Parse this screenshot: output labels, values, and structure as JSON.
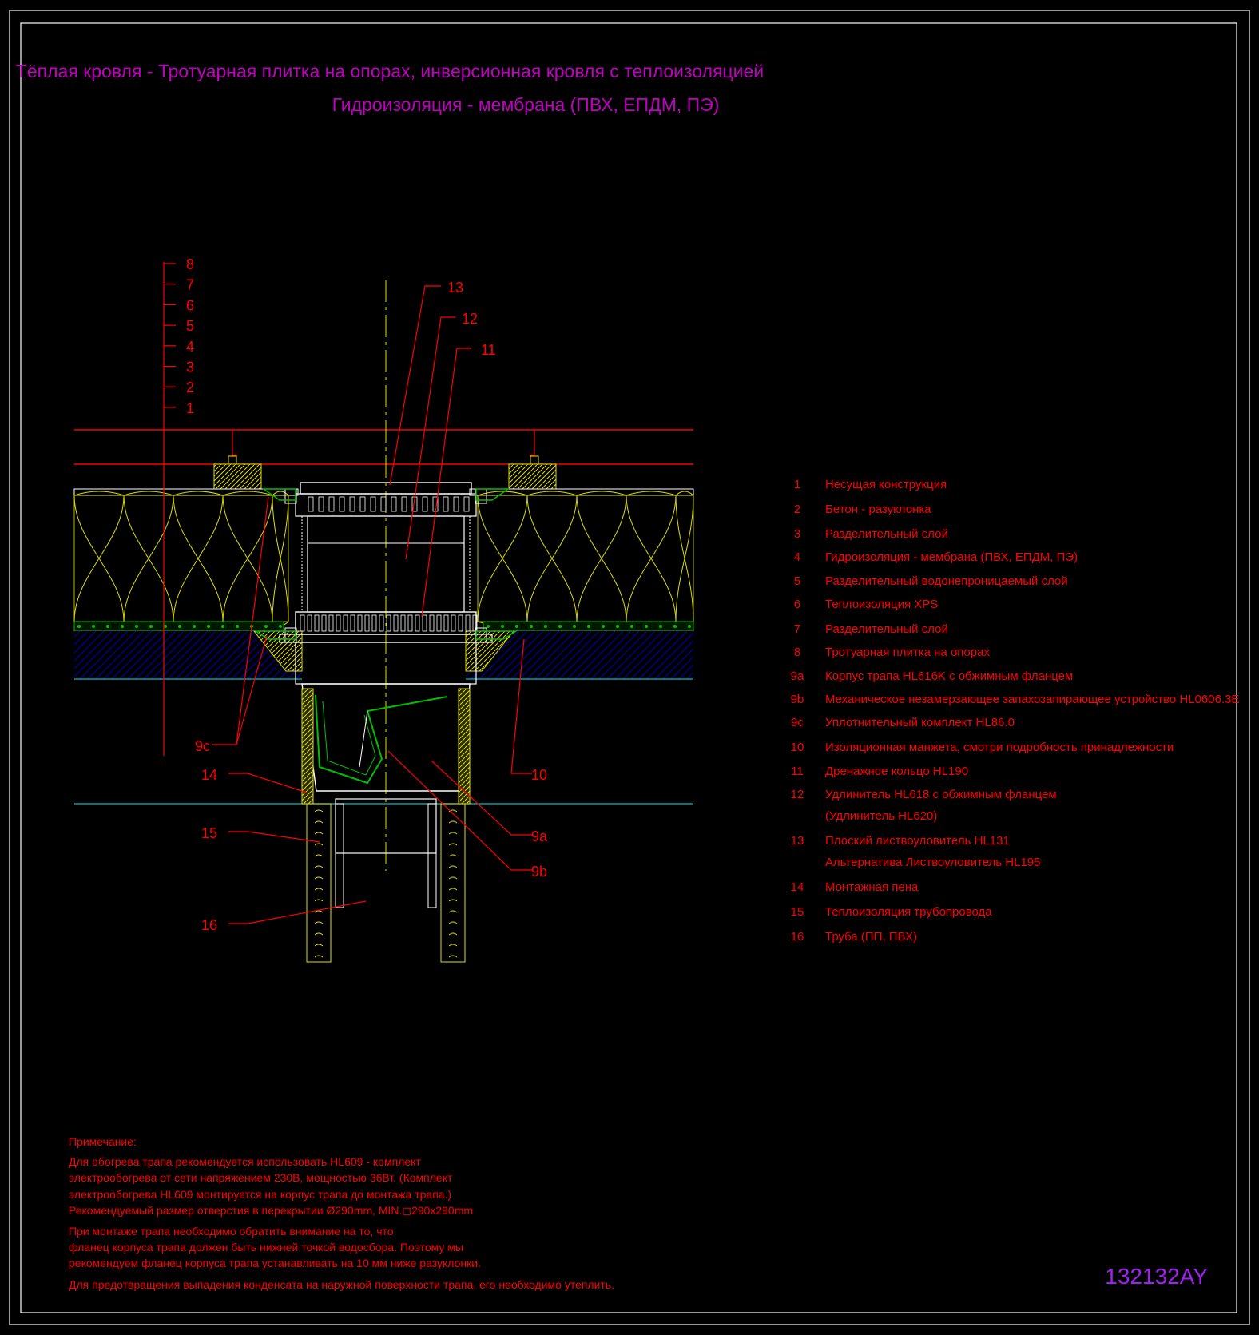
{
  "title": {
    "line1": "Тёплая кровля - Тротуарная плитка на опорах, инверсионная кровля с теплоизоляцией",
    "line2": "Гидроизоляция - мембрана (ПВХ, ЕПДМ, ПЭ)"
  },
  "layer_numbers": [
    "8",
    "7",
    "6",
    "5",
    "4",
    "3",
    "2",
    "1"
  ],
  "callouts": {
    "c13": "13",
    "c12": "12",
    "c11": "11",
    "c9c": "9c",
    "c14": "14",
    "c10": "10",
    "c15": "15",
    "c9a": "9a",
    "c9b": "9b",
    "c16": "16"
  },
  "legend": [
    {
      "num": "1",
      "text": "Несущая конструкция"
    },
    {
      "num": "2",
      "text": "Бетон - разуклонка"
    },
    {
      "num": "3",
      "text": "Разделительный слой"
    },
    {
      "num": "4",
      "text": "Гидроизоляция - мембрана (ПВХ, ЕПДМ, ПЭ)"
    },
    {
      "num": "5",
      "text": "Разделительный водонепроницаемый слой"
    },
    {
      "num": "6",
      "text": "Теплоизоляция XPS"
    },
    {
      "num": "7",
      "text": "Разделительный слой"
    },
    {
      "num": "8",
      "text": "Тротуарная плитка на опорах"
    },
    {
      "num": "9a",
      "text": "Корпус трапа HL616K с обжимным фланцем"
    },
    {
      "num": "9b",
      "text": "Механическое незамерзающее запахозапирающее устройство HL0606.3E"
    },
    {
      "num": "9c",
      "text": "Уплотнительный комплект HL86.0"
    },
    {
      "num": "10",
      "text": "Изоляционная  манжета, смотри подробность принадлежности"
    },
    {
      "num": "11",
      "text": "Дренажное кольцо HL190"
    },
    {
      "num": "12",
      "text": "Удлинитель HL618 с обжимным фланцем",
      "text2": "(Удлинитель HL620)"
    },
    {
      "num": "13",
      "text": "Плоский листвоуловитель HL131",
      "text2": "Альтернатива Листвоуловитель HL195"
    },
    {
      "num": "14",
      "text": "Монтажная пена"
    },
    {
      "num": "15",
      "text": "Теплоизоляция трубопровода"
    },
    {
      "num": "16",
      "text": "Труба (ПП, ПВХ)"
    }
  ],
  "notes": {
    "heading": "Примечание:",
    "lines": [
      "Для обогрева трапа рекомендуется использовать HL609 - комплект",
      "электрообогрева от сети напряжением 230В, мощностью 36Вт. (Комплект",
      "электрообогрева HL609 монтируется на корпус трапа до монтажа трапа.)",
      "Рекомендуемый размер отверстия в перекрытии Ø290mm, MIN.◻290x290mm",
      "При монтаже трапа необходимо обратить внимание на то, что",
      "фланец корпуса трапа должен быть нижней точкой водосбора. Поэтому мы",
      "рекомендуем фланец корпуса трапа устанавливать на 10 мм ниже разуклонки.",
      "Для предотвращения выпадения конденсата на наружной поверхности трапа, его необходимо утеплить."
    ]
  },
  "code": "132132AY",
  "colors": {
    "background": "#000000",
    "frame": "#ffffff",
    "title": "#c000c0",
    "annotation": "#ff0000",
    "insulation": "#e0e000",
    "membrane": "#00c000",
    "concrete": "#0000c0",
    "cyan": "#00c0c0",
    "code": "#a020f0"
  }
}
